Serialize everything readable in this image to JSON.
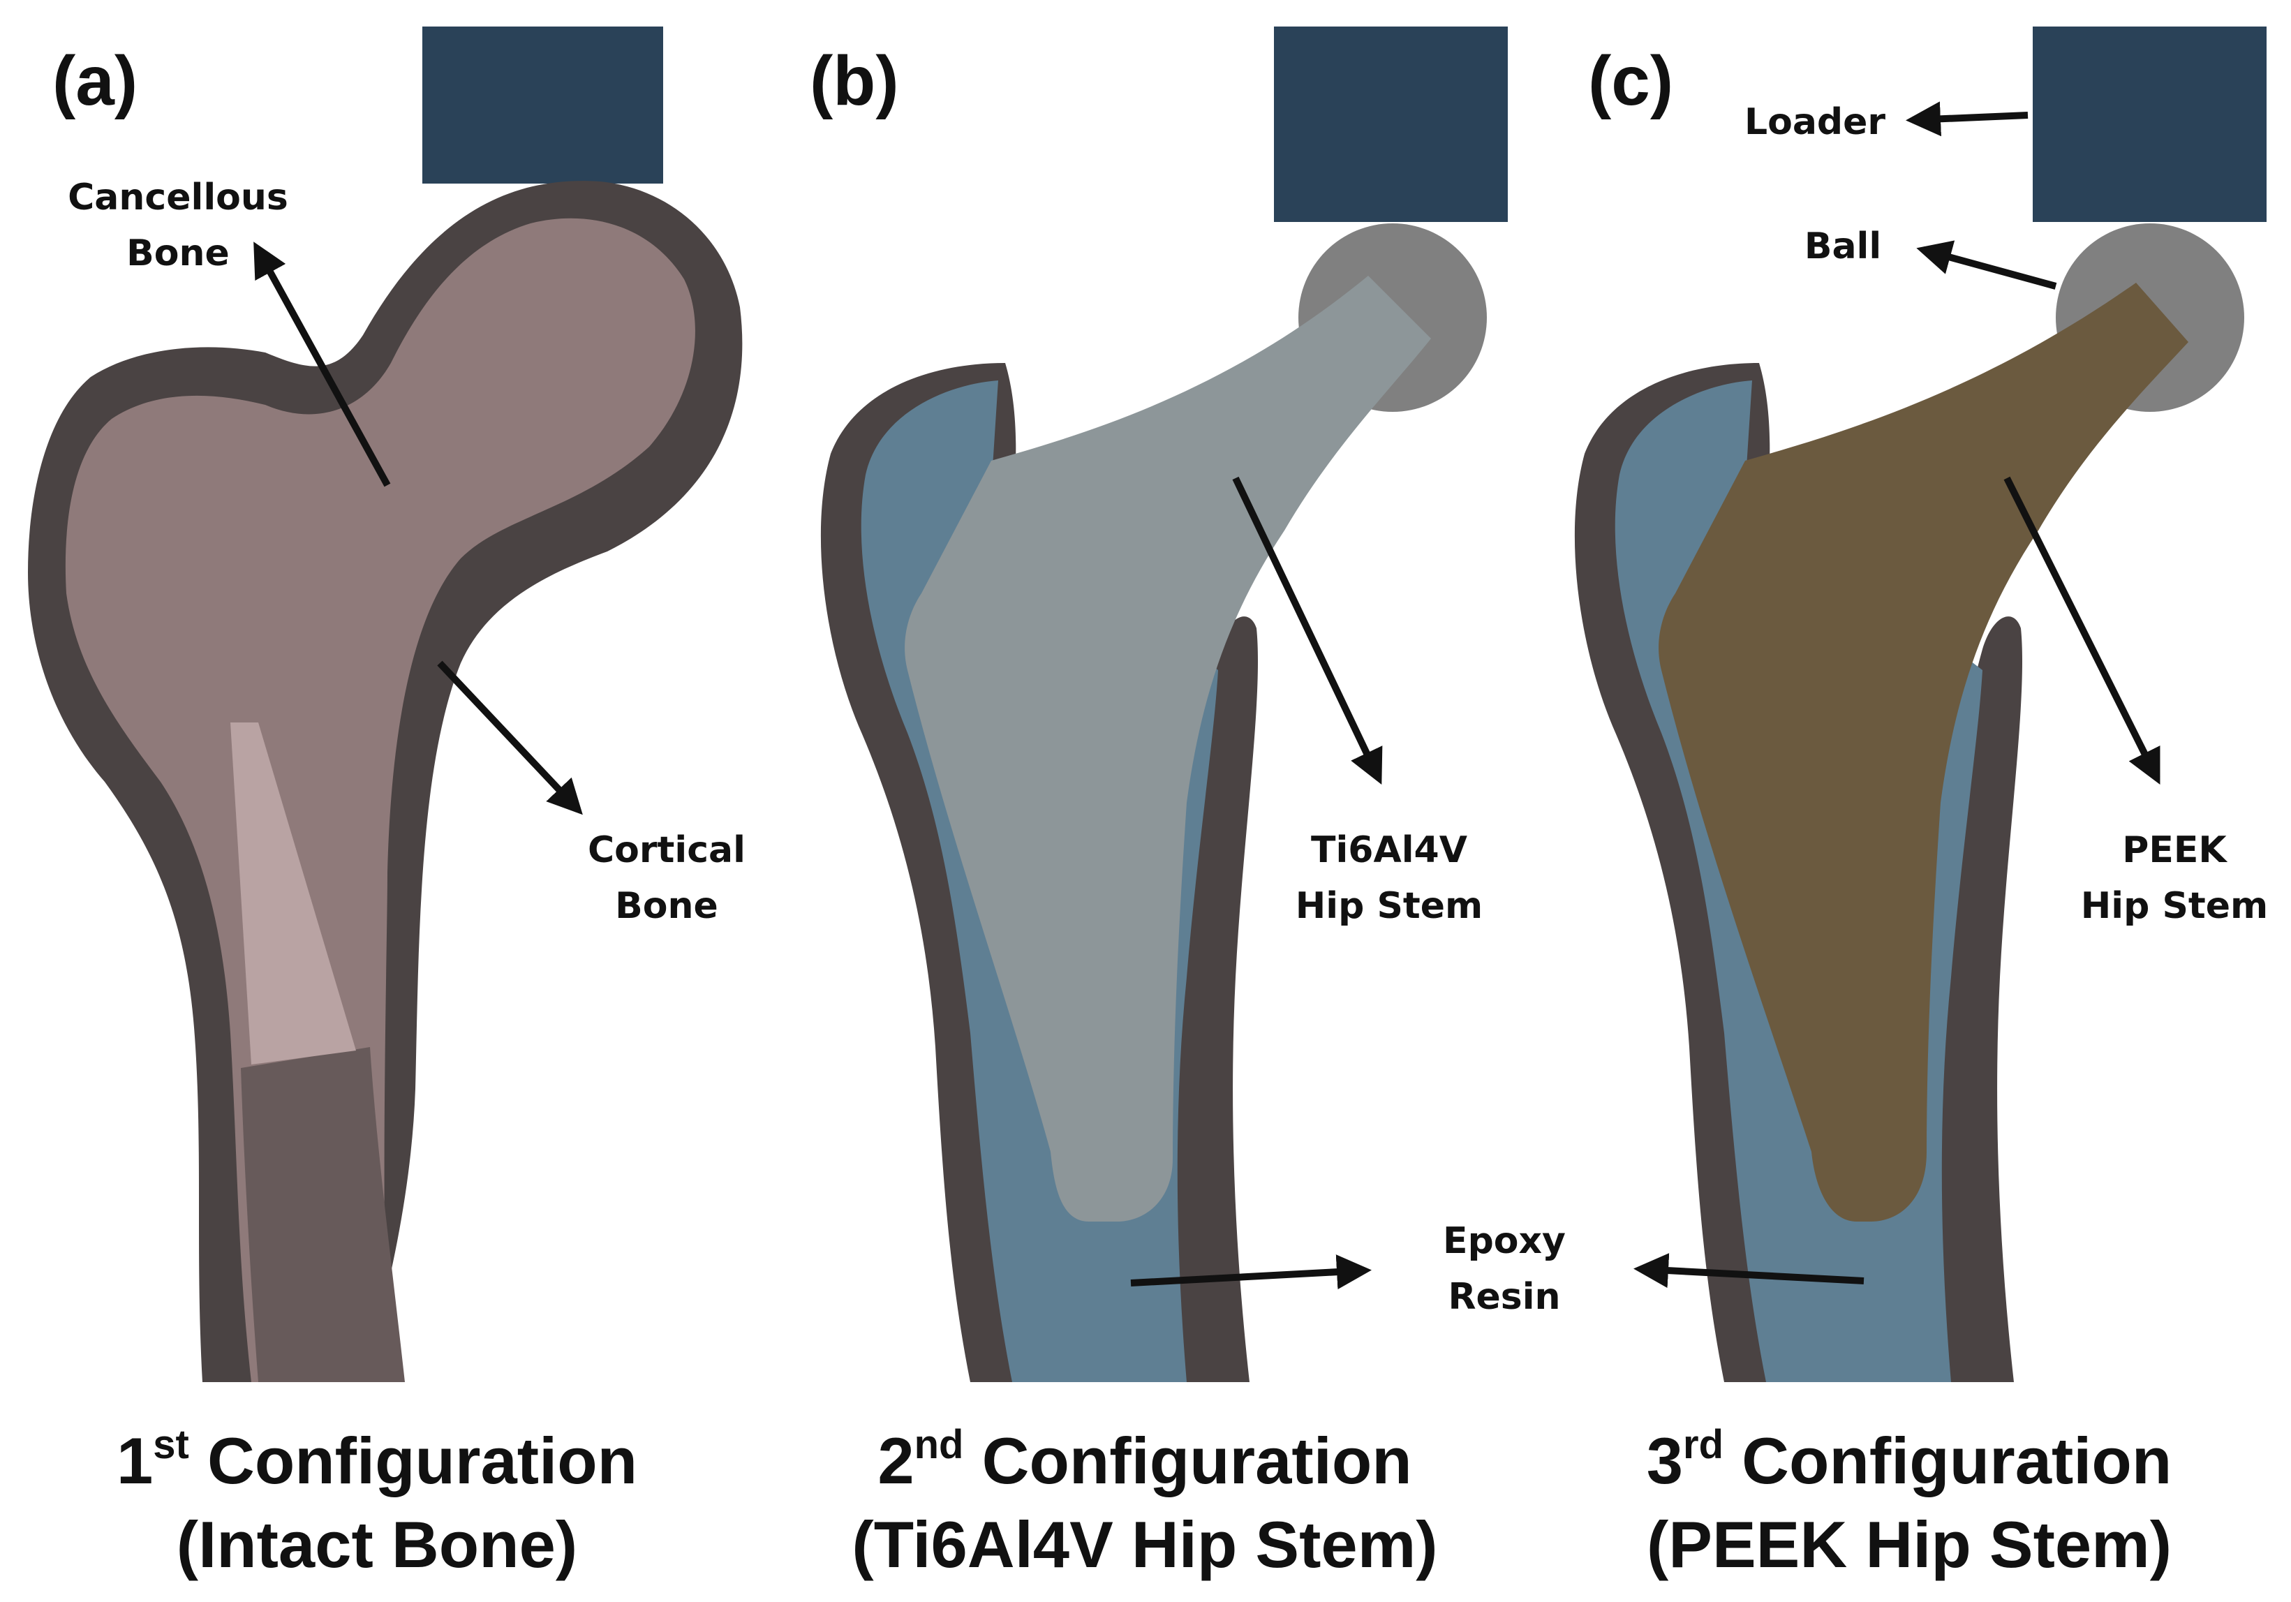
{
  "panels": [
    {
      "letter": "(a)",
      "caption": {
        "ordinal": "1",
        "ordinal_suffix": "st",
        "title": "Configuration",
        "subtitle": "(Intact Bone)"
      },
      "labels": {
        "cancellous_1": "Cancellous",
        "cancellous_2": "Bone",
        "cortical_1": "Cortical",
        "cortical_2": "Bone"
      }
    },
    {
      "letter": "(b)",
      "caption": {
        "ordinal": "2",
        "ordinal_suffix": "nd",
        "title": "Configuration",
        "subtitle": "(Ti6Al4V Hip Stem)"
      },
      "labels": {
        "stem_1": "Ti6Al4V",
        "stem_2": "Hip Stem"
      }
    },
    {
      "letter": "(c)",
      "caption": {
        "ordinal": "3",
        "ordinal_suffix": "rd",
        "title": "Configuration",
        "subtitle": "(PEEK Hip Stem)"
      },
      "labels": {
        "loader": "Loader",
        "ball": "Ball",
        "stem_1": "PEEK",
        "stem_2": "Hip Stem"
      }
    }
  ],
  "shared_labels": {
    "epoxy_1": "Epoxy",
    "epoxy_2": "Resin"
  },
  "colors": {
    "loader": "#2a4258",
    "cortical": "#4a4343",
    "cancellous": "#8f7a7a",
    "cancellous_wedge": "#b9a3a3",
    "medullary": "#675a5a",
    "epoxy": "#5f7f93",
    "ball": "#808080",
    "ti_stem": "#8d9699",
    "peek_stem": "#6b5a3f",
    "arrow": "#111111"
  }
}
